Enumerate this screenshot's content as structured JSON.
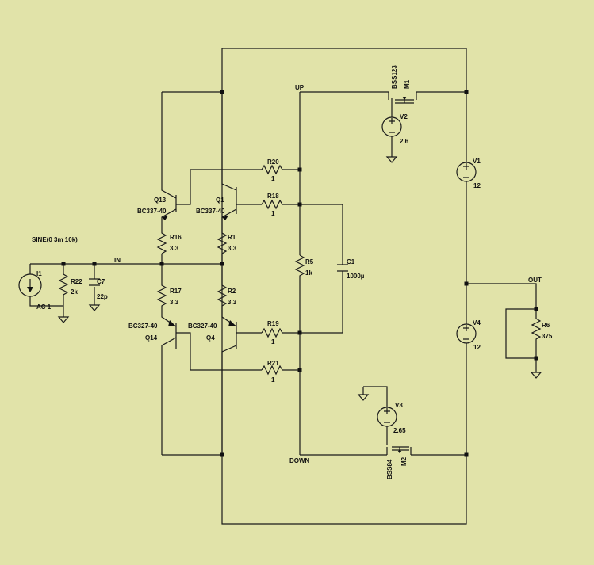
{
  "labels": {
    "up": "UP",
    "down": "DOWN",
    "in": "IN",
    "out": "OUT",
    "sine": "SINE(0 3m 10k)",
    "ac": "AC 1"
  },
  "components": {
    "m1": {
      "name": "M1",
      "value": "BSS123"
    },
    "m2": {
      "name": "M2",
      "value": "BSS84"
    },
    "v1": {
      "name": "V1",
      "value": "12"
    },
    "v2": {
      "name": "V2",
      "value": "2.6"
    },
    "v3": {
      "name": "V3",
      "value": "2.65"
    },
    "v4": {
      "name": "V4",
      "value": "12"
    },
    "i1": {
      "name": "I1"
    },
    "r22": {
      "name": "R22",
      "value": "2k"
    },
    "c7": {
      "name": "C7",
      "value": "22p"
    },
    "q13": {
      "name": "Q13",
      "value": "BC337-40"
    },
    "q1": {
      "name": "Q1",
      "value": "BC337-40"
    },
    "q14": {
      "name": "Q14",
      "value": "BC327-40"
    },
    "q4": {
      "name": "Q4",
      "value": "BC327-40"
    },
    "r16": {
      "name": "R16",
      "value": "3.3"
    },
    "r1": {
      "name": "R1",
      "value": "3.3"
    },
    "r17": {
      "name": "R17",
      "value": "3.3"
    },
    "r2": {
      "name": "R2",
      "value": "3.3"
    },
    "r20": {
      "name": "R20",
      "value": "1"
    },
    "r18": {
      "name": "R18",
      "value": "1"
    },
    "r19": {
      "name": "R19",
      "value": "1"
    },
    "r21": {
      "name": "R21",
      "value": "1"
    },
    "r5": {
      "name": "R5",
      "value": "1k"
    },
    "c1": {
      "name": "C1",
      "value": "1000µ"
    },
    "r6": {
      "name": "R6",
      "value": "375"
    }
  },
  "colors": {
    "background": "#e1e3a9",
    "wire": "#1a1a1a"
  }
}
